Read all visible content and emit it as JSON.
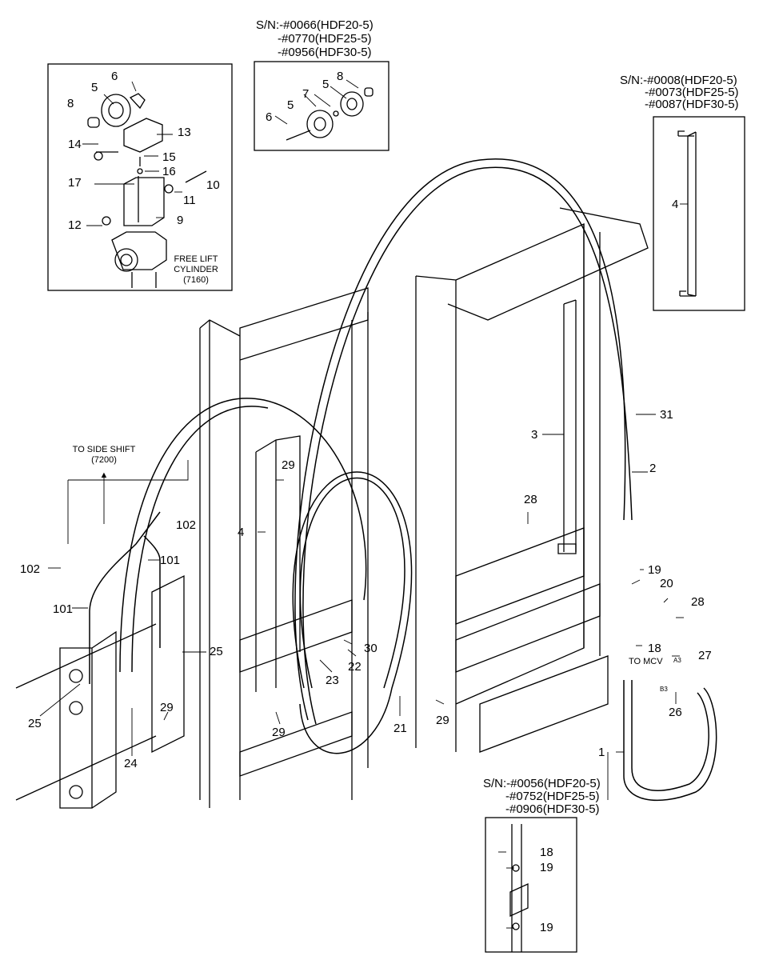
{
  "serials": {
    "top_center": [
      "S/N:-#0066(HDF20-5)",
      "-#0770(HDF25-5)",
      "-#0956(HDF30-5)"
    ],
    "top_right": [
      "S/N:-#0008(HDF20-5)",
      "-#0073(HDF25-5)",
      "-#0087(HDF30-5)"
    ],
    "bottom_right": [
      "S/N:-#0056(HDF20-5)",
      "-#0752(HDF25-5)",
      "-#0906(HDF30-5)"
    ]
  },
  "notes": {
    "free_lift_1": "FREE LIFT",
    "free_lift_2": "CYLINDER",
    "free_lift_3": "(7160)",
    "side_shift_1": "TO SIDE SHIFT",
    "side_shift_2": "(7200)",
    "to_mcv": "TO MCV",
    "port_a3": "A3",
    "port_b3": "B3"
  },
  "callouts": {
    "c1": "1",
    "c2": "2",
    "c3": "3",
    "c4a": "4",
    "c4b": "4",
    "c5a": "5",
    "c5b": "5",
    "c5c": "5",
    "c6a": "6",
    "c6b": "6",
    "c7": "7",
    "c8a": "8",
    "c8b": "8",
    "c9": "9",
    "c10": "10",
    "c11": "11",
    "c12": "12",
    "c13": "13",
    "c14": "14",
    "c15": "15",
    "c16": "16",
    "c17": "17",
    "c18a": "18",
    "c18b": "18",
    "c19a": "19",
    "c19b": "19",
    "c19c": "19",
    "c20": "20",
    "c21": "21",
    "c22": "22",
    "c23": "23",
    "c24": "24",
    "c25a": "25",
    "c25b": "25",
    "c26": "26",
    "c27": "27",
    "c28a": "28",
    "c28b": "28",
    "c29a": "29",
    "c29b": "29",
    "c29c": "29",
    "c29d": "29",
    "c30": "30",
    "c31": "31",
    "c101a": "101",
    "c101b": "101",
    "c102a": "102",
    "c102b": "102"
  }
}
